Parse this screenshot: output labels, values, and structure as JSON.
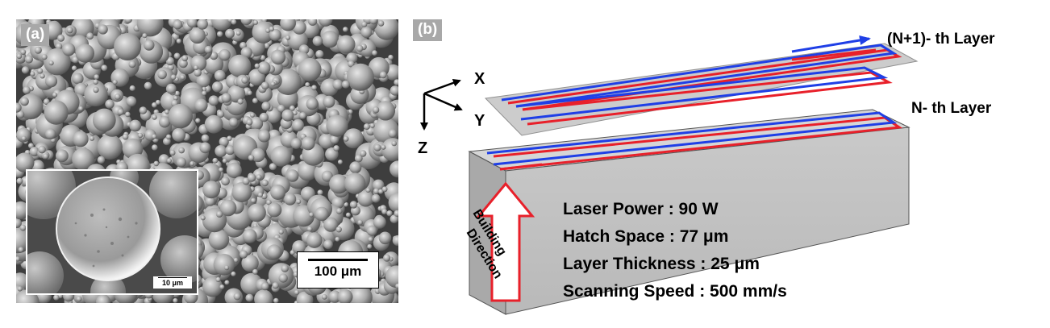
{
  "panel_a": {
    "tag": "(a)",
    "scale_main": "100 μm",
    "scale_inset": "10 μm"
  },
  "panel_b": {
    "tag": "(b)",
    "axes": {
      "x": "X",
      "y": "Y",
      "z": "Z"
    },
    "layer_top": "(N+1)- th Layer",
    "layer_bottom": "N- th Layer",
    "building_line1": "Building",
    "building_line2": "Direction",
    "params": [
      "Laser Power : 90 W",
      "Hatch Space : 77 μm",
      "Layer Thickness : 25 μm",
      "Scanning Speed : 500 mm/s"
    ],
    "colors": {
      "scan_blue": "#1f3fe6",
      "scan_red": "#e8202a",
      "block_face": "#c4c4c4",
      "block_top": "#d6d6d6",
      "plate": "#c8c8c8"
    }
  }
}
